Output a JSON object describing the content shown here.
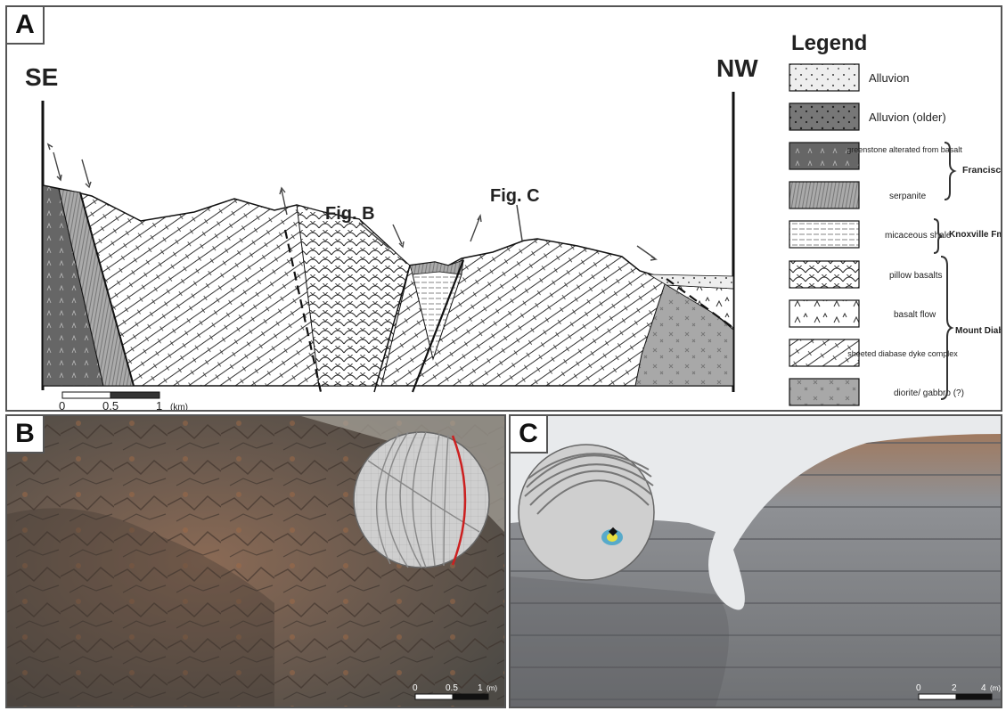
{
  "panels": {
    "a": {
      "letter": "A"
    },
    "b": {
      "letter": "B"
    },
    "c": {
      "letter": "C"
    }
  },
  "cross_section": {
    "left_label": "SE",
    "right_label": "NW",
    "callouts": [
      "Fig. B",
      "Fig. C"
    ],
    "scale_bar": {
      "ticks": [
        "0",
        "0.5",
        "1"
      ],
      "unit": "(km)"
    }
  },
  "legend": {
    "title": "Legend",
    "items": [
      {
        "label": "Alluvion",
        "pattern": "alluvion"
      },
      {
        "label": "Alluvion (older)",
        "pattern": "alluvion-older"
      },
      {
        "label": "greenstone alterated from basalt",
        "pattern": "greenstone"
      },
      {
        "label": "serpanite",
        "pattern": "serpentinite"
      },
      {
        "label": "micaceous shale",
        "pattern": "shale"
      },
      {
        "label": "pillow basalts",
        "pattern": "pillow"
      },
      {
        "label": "basalt flow",
        "pattern": "basalt-flow"
      },
      {
        "label": "sheeted diabase dyke complex",
        "pattern": "dyke"
      },
      {
        "label": "diorite/ gabbro (?)",
        "pattern": "gabbro"
      }
    ],
    "groups": [
      {
        "label": "Franciscan Complex"
      },
      {
        "label": "Knoxville Fm. (GVG)"
      },
      {
        "label": "Mount Diablo Ophiolite"
      }
    ]
  },
  "photo_b": {
    "scale_bar": {
      "ticks": [
        "0",
        "0.5",
        "1"
      ],
      "unit": "(m)"
    },
    "colors": {
      "rock": "#8a6a55",
      "great_circle_highlight": "#cc2020"
    }
  },
  "photo_c": {
    "scale_bar": {
      "ticks": [
        "0",
        "2",
        "4"
      ],
      "unit": "(m)"
    },
    "colors": {
      "quarry": "#8f9195",
      "sky": "#e8eaec"
    }
  }
}
